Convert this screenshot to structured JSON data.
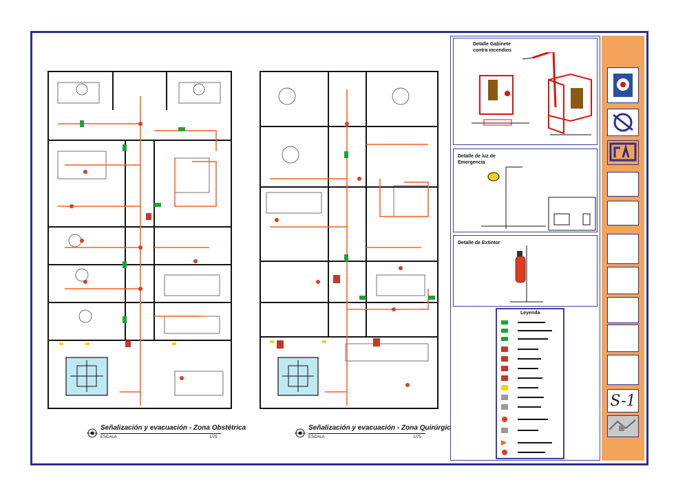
{
  "plans": [
    {
      "title": "Señalización y evacuación - Zona Obstétrica",
      "scale_label": "ESCALA",
      "scale_value": "1/75"
    },
    {
      "title": "Señalización y evacuación - Zona Quirúrgica",
      "scale_label": "ESCALA",
      "scale_value": "1/75"
    }
  ],
  "details": {
    "cabinet": {
      "title_line1": "Detalle Gabinete",
      "title_line2": "contra incendios"
    },
    "emergency_light": {
      "title_line1": "Detalle de luz de",
      "title_line2": "Emergencia"
    },
    "extinguisher": {
      "title": "Detalle de Extintor"
    }
  },
  "legend": {
    "title": "Leyenda"
  },
  "title_block": {
    "sheet_number": "S-1"
  },
  "colors": {
    "border": "#2b2f8f",
    "evacuation_route": "#ff5a1f",
    "sign_green": "#1aa33a",
    "title_block": "#f3a35a",
    "walls": "#111111"
  }
}
